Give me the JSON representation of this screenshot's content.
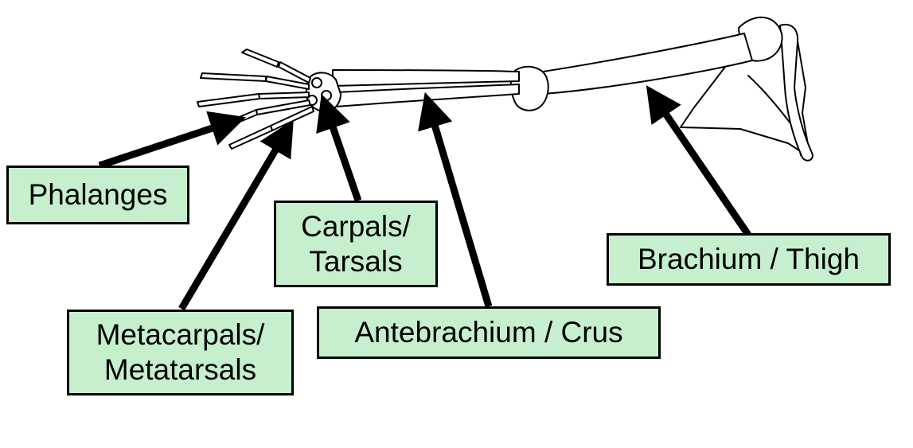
{
  "labels": {
    "phalanges": "Phalanges",
    "carpals_line1": "Carpals/",
    "carpals_line2": "Tarsals",
    "metacarpals_line1": "Metacarpals/",
    "metacarpals_line2": "Metatarsals",
    "antebrachium": "Antebrachium / Crus",
    "brachium": "Brachium / Thigh"
  },
  "colors": {
    "label_fill": "#c6efce",
    "label_border": "#000000",
    "arrow": "#000000"
  }
}
